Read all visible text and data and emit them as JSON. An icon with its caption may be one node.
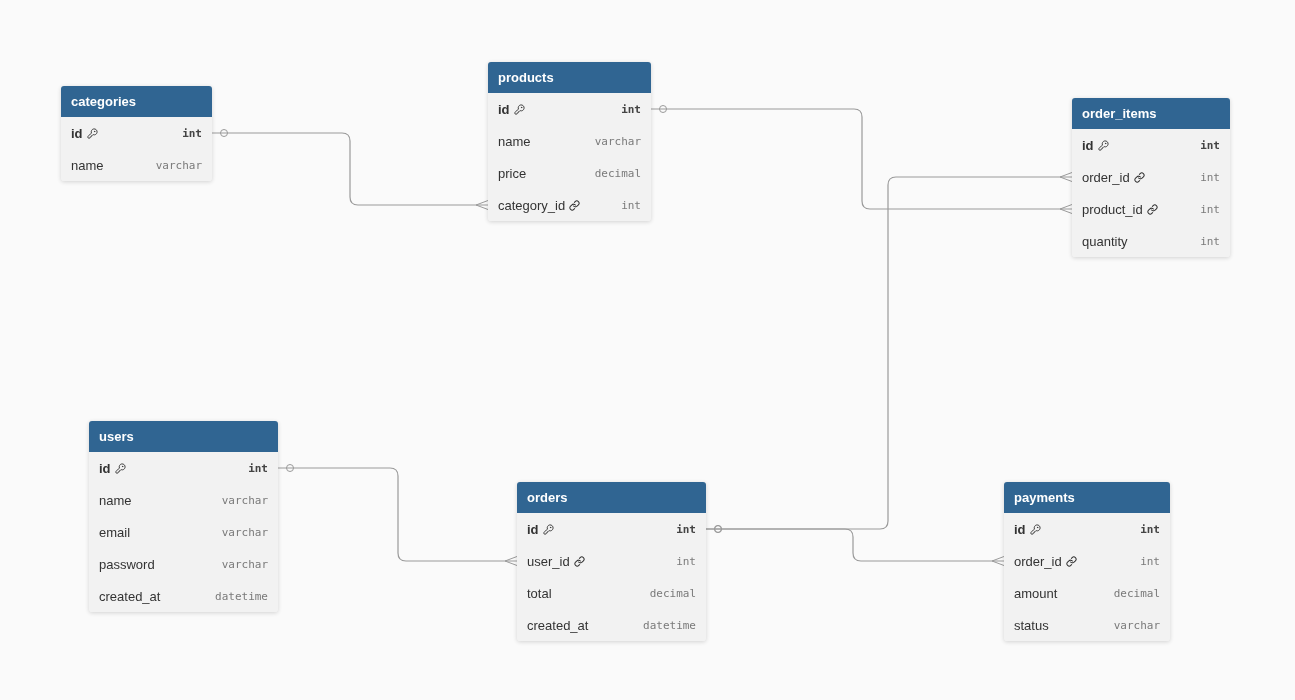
{
  "diagram": {
    "nodes": [
      {
        "text": [
          "categories"
        ]
      },
      {
        "text": [
          "id",
          "int"
        ],
        "in": 0
      },
      {
        "text": [
          "name",
          "varchar"
        ],
        "in": 0
      },
      {
        "text": [
          "products"
        ]
      },
      {
        "text": [
          "id",
          "int"
        ],
        "in": 3
      },
      {
        "text": [
          "name",
          "varchar"
        ],
        "in": 3
      },
      {
        "text": [
          "price",
          "decimal"
        ],
        "in": 3
      },
      {
        "text": [
          "category_id",
          "int"
        ],
        "in": 3
      },
      {
        "text": [
          "order_items"
        ]
      },
      {
        "text": [
          "id",
          "int"
        ],
        "in": 8
      },
      {
        "text": [
          "order_id",
          "int"
        ],
        "in": 8
      },
      {
        "text": [
          "product_id",
          "int"
        ],
        "in": 8
      },
      {
        "text": [
          "quantity",
          "int"
        ],
        "in": 8
      },
      {
        "text": [
          "users"
        ]
      },
      {
        "text": [
          "id",
          "int"
        ],
        "in": 13
      },
      {
        "text": [
          "name",
          "varchar"
        ],
        "in": 13
      },
      {
        "text": [
          "email",
          "varchar"
        ],
        "in": 13
      },
      {
        "text": [
          "password",
          "varchar"
        ],
        "in": 13
      },
      {
        "text": [
          "created_at",
          "datetime"
        ],
        "in": 13
      },
      {
        "text": [
          "orders"
        ]
      },
      {
        "text": [
          "id",
          "int"
        ],
        "in": 19
      },
      {
        "text": [
          "user_id",
          "int"
        ],
        "in": 19
      },
      {
        "text": [
          "total",
          "decimal"
        ],
        "in": 19
      },
      {
        "text": [
          "created_at",
          "datetime"
        ],
        "in": 19
      },
      {
        "text": [
          "payments"
        ]
      },
      {
        "text": [
          "id",
          "int"
        ],
        "in": 24
      },
      {
        "text": [
          "order_id",
          "int"
        ],
        "in": 24
      },
      {
        "text": [
          "amount",
          "decimal"
        ],
        "in": 24
      },
      {
        "text": [
          "status",
          "varchar"
        ],
        "in": 24
      }
    ],
    "edges": [
      {
        "from": 1,
        "to": 7,
        "arrow": "other"
      },
      {
        "from": 4,
        "to": 11,
        "arrow": "other"
      },
      {
        "from": 20,
        "to": 10,
        "arrow": "other"
      },
      {
        "from": 14,
        "to": 21,
        "arrow": "other"
      },
      {
        "from": 20,
        "to": 26,
        "arrow": "other"
      }
    ]
  }
}
